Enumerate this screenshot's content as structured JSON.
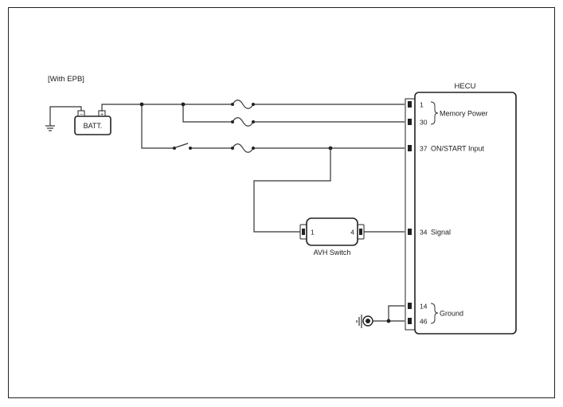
{
  "header_note": "[With EPB]",
  "battery": {
    "label": "BATT.",
    "neg_symbol": "−",
    "pos_symbol": "+"
  },
  "hecu": {
    "title": "HECU",
    "pins": [
      "1",
      "30",
      "37",
      "34",
      "14",
      "46"
    ],
    "labels": {
      "memory_power": "Memory Power",
      "on_start": "ON/START Input",
      "signal": "Signal",
      "ground": "Ground"
    }
  },
  "avh_switch": {
    "label": "AVH Switch",
    "pin_left": "1",
    "pin_right": "4"
  }
}
